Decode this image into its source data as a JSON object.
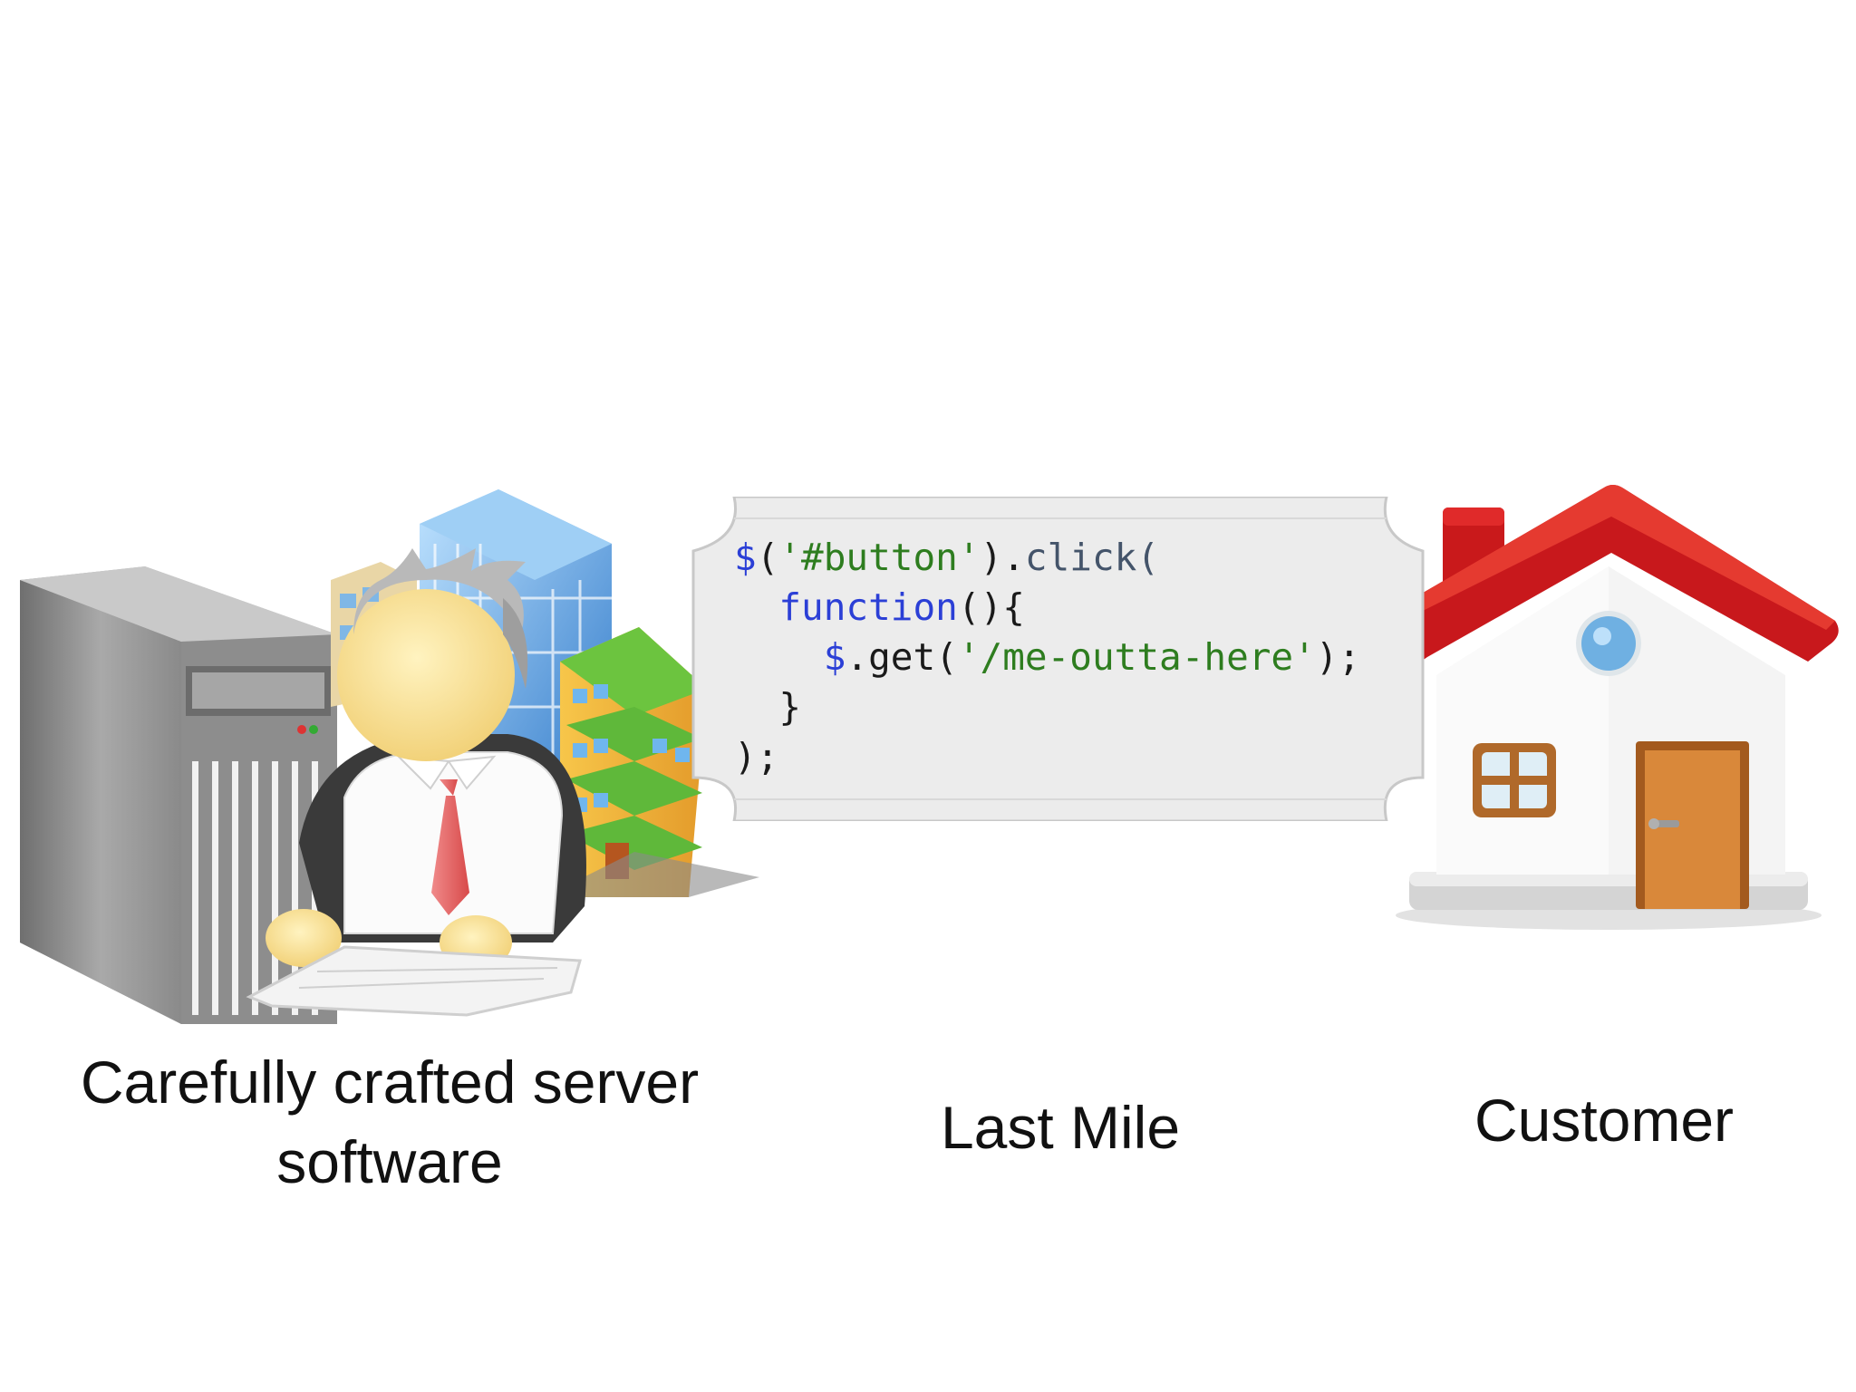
{
  "code": {
    "lines": [
      [
        {
          "text": "$",
          "color": "blue"
        },
        {
          "text": "(",
          "color": "plain"
        },
        {
          "text": "'#button'",
          "color": "green"
        },
        {
          "text": ").",
          "color": "plain"
        },
        {
          "text": "click(",
          "color": "slate"
        }
      ],
      [
        {
          "text": "  ",
          "color": "plain"
        },
        {
          "text": "function",
          "color": "blue"
        },
        {
          "text": "(){",
          "color": "plain"
        }
      ],
      [
        {
          "text": "    ",
          "color": "plain"
        },
        {
          "text": "$",
          "color": "blue"
        },
        {
          "text": ".get(",
          "color": "plain"
        },
        {
          "text": "'/me-outta-here'",
          "color": "green"
        },
        {
          "text": ");",
          "color": "plain"
        }
      ],
      [
        {
          "text": "  }",
          "color": "plain"
        }
      ],
      [
        {
          "text": ");",
          "color": "plain"
        }
      ]
    ]
  },
  "captions": {
    "server_line1": "Carefully crafted server",
    "server_line2": "software",
    "last_mile": "Last Mile",
    "customer": "Customer"
  },
  "icons": {
    "server": "server-tower-icon",
    "developer": "developer-at-keyboard-icon",
    "buildings": "office-buildings-icon",
    "house": "house-icon"
  },
  "colors": {
    "code_blue": "#2b3fd6",
    "code_green": "#2e7d1f",
    "roof_red": "#c8181c",
    "building_green": "#5fb83a",
    "door_orange": "#d9883a"
  }
}
